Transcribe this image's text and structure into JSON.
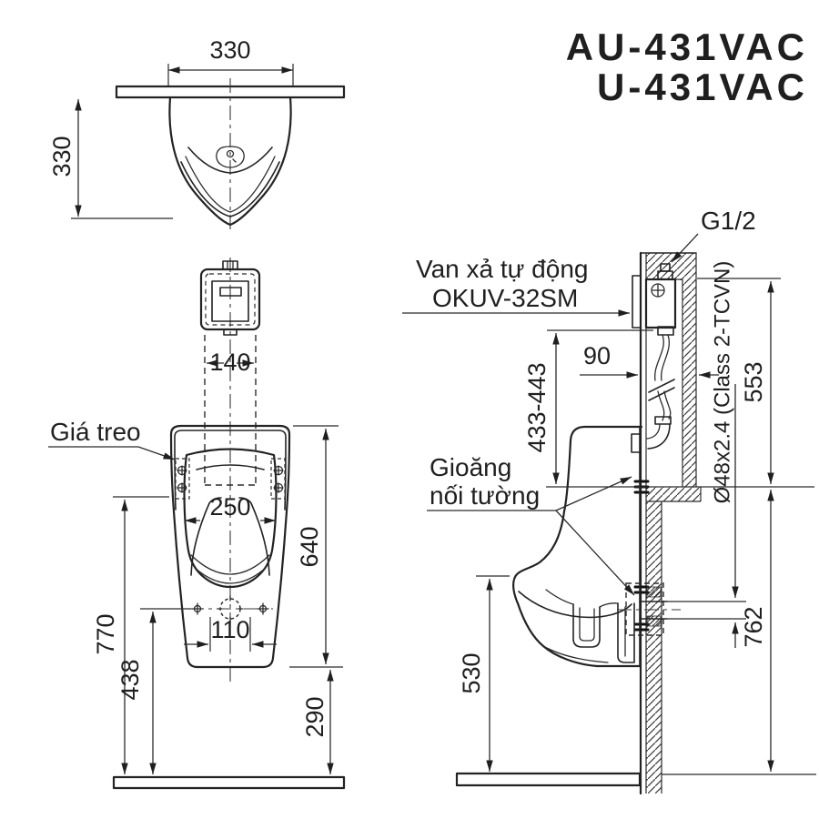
{
  "title": {
    "model_full": "AU-431VAC",
    "model_base": "U-431VAC"
  },
  "top_view": {
    "dim_width": "330",
    "dim_depth": "330"
  },
  "front_view": {
    "dim_valve_center": "140",
    "label_bracket": "Giá treo",
    "dim_bowl_width": "250",
    "dim_body_height": "640",
    "dim_bracket_height": "770",
    "dim_drain_height": "438",
    "dim_hole_spacing": "110",
    "dim_bottom_height": "290"
  },
  "side_view": {
    "label_inlet_thread": "G1/2",
    "label_valve_line1": "Van xả tự động",
    "label_valve_line2": "OKUV-32SM",
    "dim_recess_depth": "90",
    "dim_valve_height_range": "433-443",
    "label_drain_pipe": "Ø48x2.4 (Class 2-TCVN)",
    "dim_recess_height": "553",
    "label_gasket_line1": "Gioăng",
    "label_gasket_line2": "nối tường",
    "dim_front_lip_height": "530",
    "dim_outlet_height": "762"
  }
}
